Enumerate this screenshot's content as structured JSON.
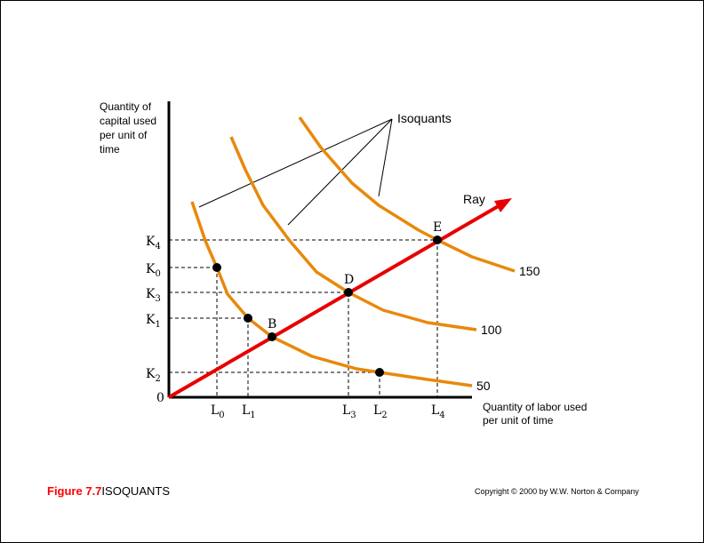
{
  "chart_data": {
    "type": "line",
    "title": "Figure 7.7 ISOQUANTS",
    "ylabel": "Quantity of capital used per unit of time",
    "ylabel_lines": [
      "Quantity of",
      "capital used",
      "per unit of",
      "time"
    ],
    "xlabel": "Quantity of labor used per unit of time",
    "xlabel_lines": [
      "Quantity of labor used",
      "per unit of time"
    ],
    "origin_label": "0",
    "xlim": [
      0,
      400
    ],
    "ylim": [
      0,
      335
    ],
    "series": [
      {
        "name": "50",
        "color": "#e8890c",
        "points": [
          [
            26,
            220
          ],
          [
            41,
            176
          ],
          [
            54,
            146
          ],
          [
            66,
            116
          ],
          [
            89,
            89
          ],
          [
            116,
            68
          ],
          [
            161,
            46
          ],
          [
            211,
            32
          ],
          [
            237,
            28
          ],
          [
            291,
            20
          ],
          [
            341,
            13
          ]
        ]
      },
      {
        "name": "100",
        "color": "#e8890c",
        "points": [
          [
            70,
            293
          ],
          [
            86,
            256
          ],
          [
            106,
            216
          ],
          [
            136,
            176
          ],
          [
            166,
            141
          ],
          [
            202,
            118
          ],
          [
            241,
            98
          ],
          [
            291,
            84
          ],
          [
            346,
            76
          ]
        ]
      },
      {
        "name": "150",
        "color": "#e8890c",
        "points": [
          [
            147,
            315
          ],
          [
            171,
            281
          ],
          [
            206,
            241
          ],
          [
            236,
            216
          ],
          [
            281,
            188
          ],
          [
            302,
            177
          ],
          [
            341,
            158
          ],
          [
            389,
            142
          ]
        ]
      }
    ],
    "ray": {
      "name": "Ray",
      "color": "#e80000",
      "from": [
        0,
        0
      ],
      "to": [
        386,
        224
      ]
    },
    "points": [
      {
        "label": "",
        "x": 54,
        "y": 146,
        "klabel": "K",
        "ksub": "0",
        "llabel": "L",
        "lsub": "0"
      },
      {
        "label": "",
        "x": 89,
        "y": 89,
        "klabel": "K",
        "ksub": "1",
        "llabel": "L",
        "lsub": "1"
      },
      {
        "label": "B",
        "x": 116,
        "y": 68
      },
      {
        "label": "D",
        "x": 202,
        "y": 118,
        "klabel": "K",
        "ksub": "3",
        "llabel": "L",
        "lsub": "3"
      },
      {
        "label": "",
        "x": 237,
        "y": 28,
        "klabel": "K",
        "ksub": "2",
        "llabel": "L",
        "lsub": "2"
      },
      {
        "label": "E",
        "x": 302,
        "y": 177,
        "klabel": "K",
        "ksub": "4",
        "llabel": "L",
        "lsub": "4"
      }
    ],
    "annotation": {
      "text": "Isoquants",
      "targets": [
        [
          34,
          214
        ],
        [
          134,
          194
        ],
        [
          236,
          226
        ]
      ]
    }
  },
  "footer": {
    "figure_number": "Figure 7.7",
    "figure_title": "ISOQUANTS",
    "copyright": "Copyright © 2000 by W.W. Norton & Company"
  }
}
